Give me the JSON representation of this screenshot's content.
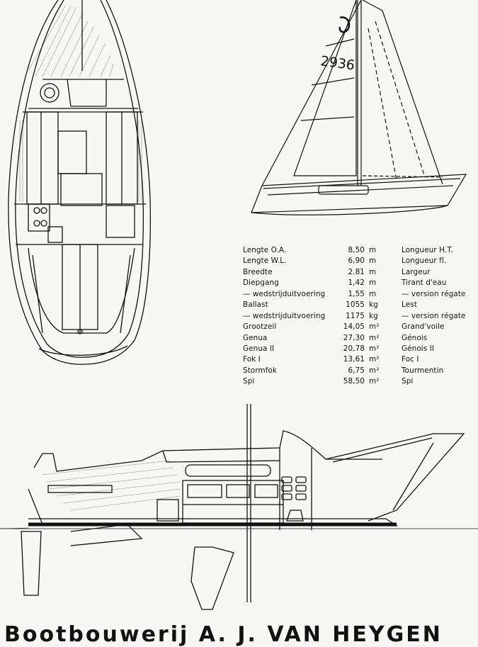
{
  "sail": {
    "number": "2936"
  },
  "specs": [
    {
      "nl": "Lengte O.A.",
      "value": "8,50",
      "unit": "m",
      "fr": "Longueur H.T."
    },
    {
      "nl": "Lengte W.L.",
      "value": "6,90",
      "unit": "m",
      "fr": "Longueur fl."
    },
    {
      "nl": "Breedte",
      "value": "2.81",
      "unit": "m",
      "fr": "Largeur"
    },
    {
      "nl": "Diepgang",
      "value": "1,42",
      "unit": "m",
      "fr": "Tirant d'eau"
    },
    {
      "nl": "— wedstrijduitvoering",
      "value": "1,55",
      "unit": "m",
      "fr": "— version régate"
    },
    {
      "nl": "Ballast",
      "value": "1055",
      "unit": "kg",
      "fr": "Lest"
    },
    {
      "nl": "— wedstrijduitvoering",
      "value": "1175",
      "unit": "kg",
      "fr": "— version régate"
    },
    {
      "nl": "Grootzeil",
      "value": "14,05",
      "unit": "m²",
      "fr": "Grand'voile"
    },
    {
      "nl": "Genua",
      "value": "27,30",
      "unit": "m²",
      "fr": "Génois"
    },
    {
      "nl": "Genua II",
      "value": "20,78",
      "unit": "m²",
      "fr": "Génois II"
    },
    {
      "nl": "Fok I",
      "value": "13,61",
      "unit": "m²",
      "fr": "Foc I"
    },
    {
      "nl": "Stormfok",
      "value": "6,75",
      "unit": "m²",
      "fr": "Tourmentin"
    },
    {
      "nl": "Spi",
      "value": "58,50",
      "unit": "m²",
      "fr": "Spi"
    }
  ],
  "footer": {
    "title": "Bootbouwerij A. J. VAN HEYGEN"
  }
}
